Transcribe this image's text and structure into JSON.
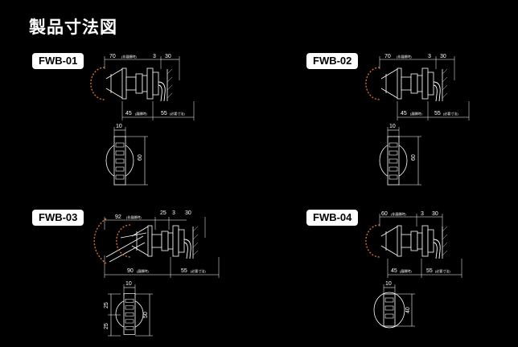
{
  "title": "製品寸法図",
  "models": [
    {
      "name": "FWB-01",
      "dims": {
        "top_left": "70",
        "top_left_note": "(非展開時)",
        "top_mid": "3",
        "top_right": "30",
        "bottom_left": "45",
        "bottom_left_note": "(展開時)",
        "bottom_right": "55",
        "bottom_right_note": "(必要寸法)",
        "front_width": "10",
        "front_height": "60"
      }
    },
    {
      "name": "FWB-02",
      "dims": {
        "top_left": "70",
        "top_left_note": "(非展開時)",
        "top_mid": "3",
        "top_right": "30",
        "bottom_left": "45",
        "bottom_left_note": "(展開時)",
        "bottom_right": "55",
        "bottom_right_note": "(必要寸法)",
        "front_width": "10",
        "front_height": "60"
      }
    },
    {
      "name": "FWB-03",
      "dims": {
        "top_left": "92",
        "top_left_note": "(非展開時)",
        "top_mid1": "25",
        "top_mid": "3",
        "top_right": "30",
        "bottom_left": "90",
        "bottom_left_note": "(展開時)",
        "bottom_right": "55",
        "bottom_right_note": "(必要寸法)",
        "front_width": "10",
        "front_left_top": "25",
        "front_left_bottom": "25",
        "front_height": "50"
      }
    },
    {
      "name": "FWB-04",
      "dims": {
        "top_left": "60",
        "top_left_note": "(非展開時)",
        "top_mid": "3",
        "top_right": "30",
        "bottom_left": "45",
        "bottom_left_note": "(展開時)",
        "bottom_right": "55",
        "bottom_right_note": "(必要寸法)",
        "front_width": "10",
        "front_height": "40"
      }
    }
  ],
  "colors": {
    "background": "#000000",
    "line": "#ffffff",
    "arc": "#e8732a"
  }
}
